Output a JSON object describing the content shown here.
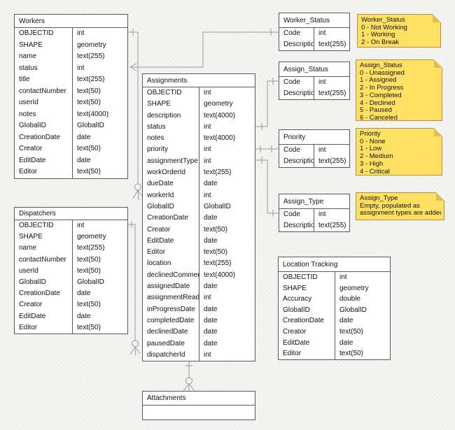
{
  "diagram": {
    "entities": [
      {
        "id": "workers",
        "title": "Workers",
        "fields": [
          [
            "OBJECTID",
            "int"
          ],
          [
            "SHAPE",
            "geometry"
          ],
          [
            "name",
            "text(255)"
          ],
          [
            "status",
            "int"
          ],
          [
            "title",
            "text(255)"
          ],
          [
            "contactNumber",
            "text(50)"
          ],
          [
            "userId",
            "text(50)"
          ],
          [
            "notes",
            "text(4000)"
          ],
          [
            "GlobalID",
            "GlobalID"
          ],
          [
            "CreationDate",
            "date"
          ],
          [
            "Creator",
            "text(50)"
          ],
          [
            "EditDate",
            "date"
          ],
          [
            "Editor",
            "text(50)"
          ]
        ]
      },
      {
        "id": "dispatchers",
        "title": "Dispatchers",
        "fields": [
          [
            "OBJECTID",
            "int"
          ],
          [
            "SHAPE",
            "geometry"
          ],
          [
            "name",
            "text(255)"
          ],
          [
            "contactNumber",
            "text(50)"
          ],
          [
            "userId",
            "text(50)"
          ],
          [
            "GlobalID",
            "GlobalID"
          ],
          [
            "CreationDate",
            "date"
          ],
          [
            "Creator",
            "text(50)"
          ],
          [
            "EditDate",
            "date"
          ],
          [
            "Editor",
            "text(50)"
          ]
        ]
      },
      {
        "id": "assignments",
        "title": "Assignments",
        "fields": [
          [
            "OBJECTID",
            "int"
          ],
          [
            "SHAPE",
            "geometry"
          ],
          [
            "description",
            "text(4000)"
          ],
          [
            "status",
            "int"
          ],
          [
            "notes",
            "text(4000)"
          ],
          [
            "priority",
            "int"
          ],
          [
            "assignmentType",
            "int"
          ],
          [
            "workOrderId",
            "text(255)"
          ],
          [
            "dueDate",
            "date"
          ],
          [
            "workerId",
            "int"
          ],
          [
            "GlobalID",
            "GlobalID"
          ],
          [
            "CreationDate",
            "date"
          ],
          [
            "Creator",
            "text(50)"
          ],
          [
            "EditDate",
            "date"
          ],
          [
            "Editor",
            "text(50)"
          ],
          [
            "location",
            "text(255)"
          ],
          [
            "declinedComment",
            "text(4000)"
          ],
          [
            "assignedDate",
            "date"
          ],
          [
            "assignmentRead",
            "int"
          ],
          [
            "inProgressDate",
            "date"
          ],
          [
            "completedDate",
            "date"
          ],
          [
            "declinedDate",
            "date"
          ],
          [
            "pausedDate",
            "date"
          ],
          [
            "dispatcherId",
            "int"
          ]
        ]
      },
      {
        "id": "worker_status",
        "title": "Worker_Status",
        "fields": [
          [
            "Code",
            "int"
          ],
          [
            "Description",
            "text(255)"
          ]
        ]
      },
      {
        "id": "assign_status",
        "title": "Assign_Status",
        "fields": [
          [
            "Code",
            "int"
          ],
          [
            "Description",
            "text(255)"
          ]
        ]
      },
      {
        "id": "priority",
        "title": "Priority",
        "fields": [
          [
            "Code",
            "int"
          ],
          [
            "Description",
            "text(255)"
          ]
        ]
      },
      {
        "id": "assign_type",
        "title": "Assign_Type",
        "fields": [
          [
            "Code",
            "int"
          ],
          [
            "Description",
            "text(255)"
          ]
        ]
      },
      {
        "id": "location_tracking",
        "title": "Location Tracking",
        "fields": [
          [
            "OBJECTID",
            "int"
          ],
          [
            "SHAPE",
            "geometry"
          ],
          [
            "Accuracy",
            "double"
          ],
          [
            "GlobalID",
            "GlobalID"
          ],
          [
            "CreationDate",
            "date"
          ],
          [
            "Creator",
            "text(50)"
          ],
          [
            "EditDate",
            "date"
          ],
          [
            "Editor",
            "text(50)"
          ]
        ]
      },
      {
        "id": "attachments",
        "title": "Attachments",
        "fields": []
      }
    ],
    "notes": [
      {
        "id": "note_worker_status",
        "lines": [
          "Worker_Status",
          "0 - Not Working",
          "1 - Working",
          "2 - On Break"
        ]
      },
      {
        "id": "note_assign_status",
        "lines": [
          "Assign_Status",
          "0 - Unassigned",
          "1 - Assigned",
          "2 - In Progress",
          "3 - Completed",
          "4 - Declined",
          "5 - Paused",
          "6 - Canceled"
        ]
      },
      {
        "id": "note_priority",
        "lines": [
          "Priority",
          "0 - None",
          "1 - Low",
          "2 - Medium",
          "3 - High",
          "4 - Critical"
        ]
      },
      {
        "id": "note_assign_type",
        "lines": [
          "Assign_Type",
          "Empty, populated as",
          "assignment types are added"
        ]
      }
    ],
    "relationships": [
      {
        "from": "Worker_Status.Code",
        "to": "Workers.status",
        "from_end": "one",
        "to_end": "many"
      },
      {
        "from": "Workers.OBJECTID",
        "to": "Assignments.workerId",
        "from_end": "one",
        "to_end": "zero-or-many"
      },
      {
        "from": "Dispatchers.OBJECTID",
        "to": "Assignments.dispatcherId",
        "from_end": "one",
        "to_end": "zero-or-many"
      },
      {
        "from": "Assign_Status.Code",
        "to": "Assignments.status",
        "from_end": "one",
        "to_end": "one"
      },
      {
        "from": "Priority.Code",
        "to": "Assignments.priority",
        "from_end": "one",
        "to_end": "one"
      },
      {
        "from": "Assign_Type.Code",
        "to": "Assignments.assignmentType",
        "from_end": "one",
        "to_end": "one"
      },
      {
        "from": "Assignments",
        "to": "Attachments",
        "from_end": "one",
        "to_end": "zero-or-many"
      }
    ],
    "colors": {
      "background": "#f4f4f2",
      "table_fill": "#ffffff",
      "table_border": "#595959",
      "line": "#9a9a9a",
      "note_fill": "#ffe063",
      "note_border": "#a69544",
      "note_fold": "#ddbe4e",
      "text": "#111111"
    }
  }
}
